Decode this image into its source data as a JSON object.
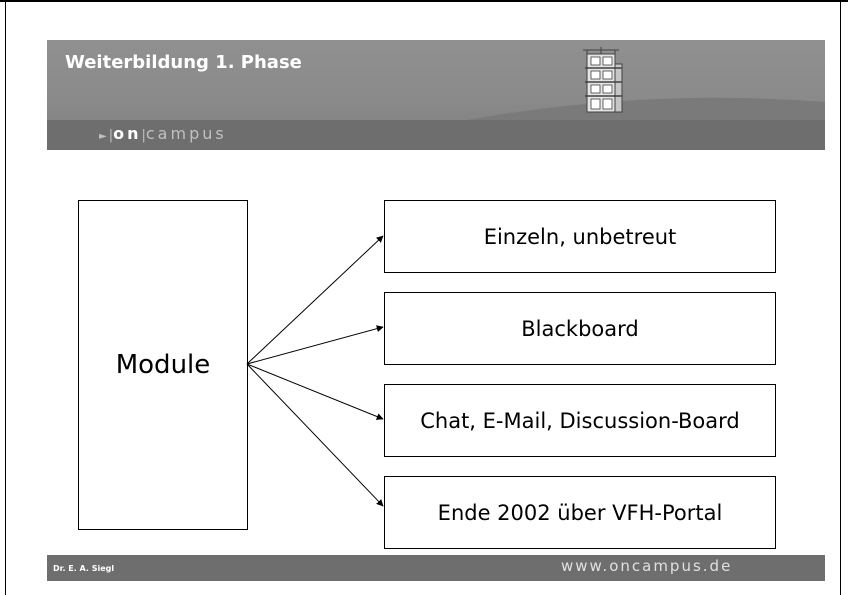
{
  "slide": {
    "title": "Weiterbildung 1. Phase",
    "brand": {
      "arrow": "►",
      "sep": "|",
      "on": "on",
      "campus": "campus"
    }
  },
  "diagram": {
    "source": "Module",
    "targets": [
      "Einzeln, unbetreut",
      "Blackboard",
      "Chat, E-Mail, Discussion-Board",
      "Ende 2002 über VFH-Portal"
    ]
  },
  "footer": {
    "author": "Dr. E. A. Siegl",
    "website": "www.oncampus.de"
  },
  "icons": [
    "building-logo-icon",
    "arrow-icon"
  ],
  "colors": {
    "header": "#8a8a8a",
    "bar": "#6e6e6e",
    "title_text": "#ffffff",
    "border": "#000000"
  }
}
